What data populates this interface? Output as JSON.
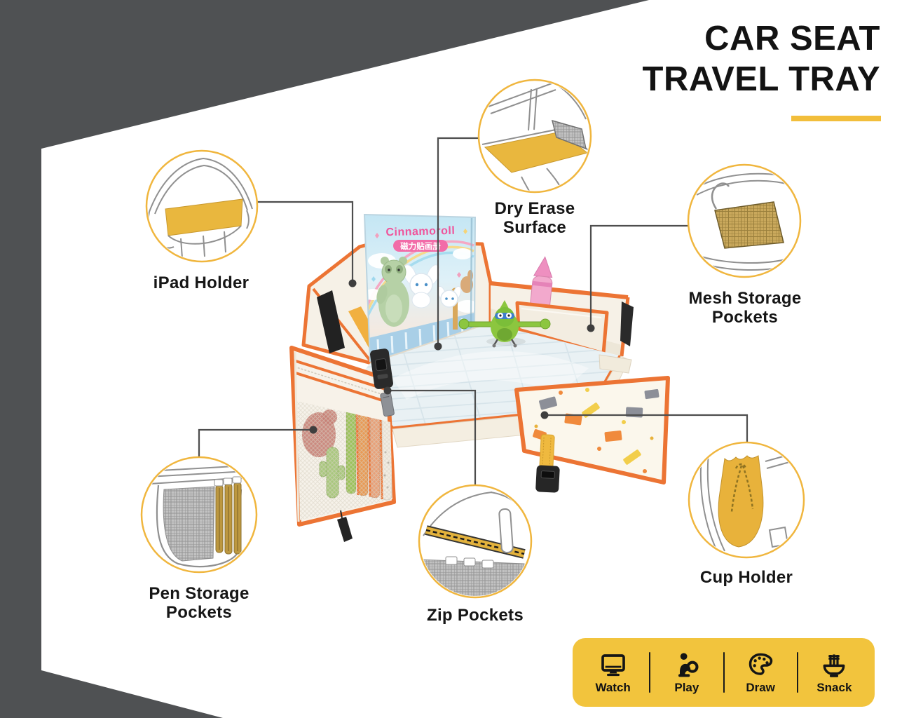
{
  "header": {
    "title_line1": "CAR SEAT",
    "title_line2": "TRAVEL TRAY"
  },
  "callouts": [
    {
      "id": "ipad-holder",
      "label": "iPad Holder"
    },
    {
      "id": "dry-erase-surface",
      "label": "Dry Erase\nSurface"
    },
    {
      "id": "mesh-storage-pockets",
      "label": "Mesh Storage\nPockets"
    },
    {
      "id": "pen-storage-pockets",
      "label": "Pen Storage\nPockets"
    },
    {
      "id": "zip-pockets",
      "label": "Zip Pockets"
    },
    {
      "id": "cup-holder",
      "label": "Cup Holder"
    }
  ],
  "features_bar": {
    "items": [
      {
        "icon": "monitor-icon",
        "label": "Watch"
      },
      {
        "icon": "child-playing-icon",
        "label": "Play"
      },
      {
        "icon": "paint-palette-icon",
        "label": "Draw"
      },
      {
        "icon": "noodle-bowl-icon",
        "label": "Snack"
      }
    ]
  },
  "product_photo": {
    "book_title": "Cinnamoroll",
    "book_badge": "磁力贴画册"
  },
  "colors": {
    "accent_yellow": "#F2BE3B",
    "bar_yellow": "#F2C43D",
    "circle_stroke_yellow": "#F0B63E",
    "orange_trim": "#EC7434",
    "frame_gray": "#4F5153",
    "connector_gray": "#4D4D4D",
    "text_black": "#131313"
  }
}
